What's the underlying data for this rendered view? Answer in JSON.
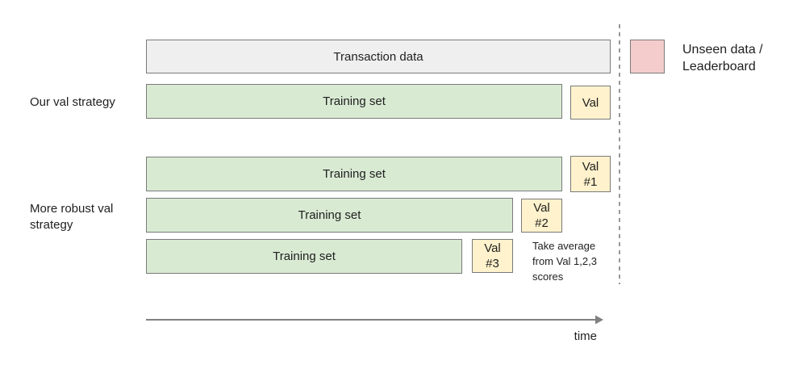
{
  "labels": {
    "our_strategy": "Our val strategy",
    "robust_strategy": "More robust val\nstrategy",
    "time_axis": "time"
  },
  "transaction_bar": {
    "label": "Transaction data"
  },
  "our_val_row": {
    "training_label": "Training set",
    "val_label": "Val"
  },
  "robust_rows": [
    {
      "training_label": "Training set",
      "val_label": "Val\n#1"
    },
    {
      "training_label": "Training set",
      "val_label": "Val\n#2"
    },
    {
      "training_label": "Training set",
      "val_label": "Val\n#3"
    }
  ],
  "note": {
    "text": "Take average\nfrom Val 1,2,3\nscores"
  },
  "legend": {
    "text": "Unseen data /\nLeaderboard"
  },
  "colors": {
    "training_green": "#d9ead3",
    "val_yellow": "#fff2cc",
    "unseen_pink": "#f4cccc",
    "transaction_gray": "#efefef",
    "box_border": "#7a7a7a",
    "dashed_separator": "#999999",
    "time_arrow": "#808080"
  }
}
